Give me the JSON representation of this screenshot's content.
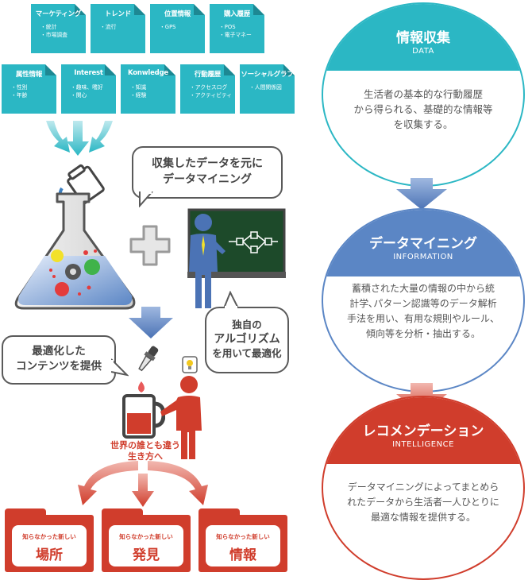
{
  "colors": {
    "teal": "#2bb7c4",
    "teal_dark": "#1d8893",
    "blue": "#5b86c5",
    "red": "#d03d2c",
    "gray_text": "#555555"
  },
  "cards": [
    {
      "title": "マーケティング",
      "items": [
        "・統計",
        "・市場調査"
      ]
    },
    {
      "title": "トレンド",
      "items": [
        "・流行"
      ]
    },
    {
      "title": "位置情報",
      "items": [
        "・GPS"
      ]
    },
    {
      "title": "購入履歴",
      "items": [
        "・POS",
        "・電子マネー"
      ]
    },
    {
      "title": "属性情報",
      "items": [
        "・性別",
        "・年齢"
      ]
    },
    {
      "title": "Interest",
      "items": [
        "・趣味、嗜好",
        "・関心"
      ]
    },
    {
      "title": "Konwledge",
      "items": [
        "・知識",
        "・経験"
      ]
    },
    {
      "title": "行動履歴",
      "items": [
        "・アクセスログ",
        "・アクティビティ"
      ]
    },
    {
      "title": "ソーシャルグラフ",
      "items": [
        "・人間関係図"
      ]
    }
  ],
  "bubbles": {
    "mining": [
      "収集したデータを元に",
      "データマイニング"
    ],
    "algorithm": [
      "独自の",
      "アルゴリズム",
      "を用いて最適化"
    ],
    "content": [
      "最適化した",
      "コンテンツを提供"
    ]
  },
  "world_text": [
    "世界の誰とも違う",
    "生き方へ"
  ],
  "folders": [
    {
      "small": "知らなかった新しい",
      "big": "場所"
    },
    {
      "small": "知らなかった新しい",
      "big": "発見"
    },
    {
      "small": "知らなかった新しい",
      "big": "情報"
    }
  ],
  "stages": [
    {
      "title": "情報収集",
      "subtitle": "DATA",
      "desc": [
        "生活者の基本的な行動履歴",
        "から得られる、基礎的な情報等",
        "を収集する。"
      ]
    },
    {
      "title": "データマイニング",
      "subtitle": "INFORMATION",
      "desc": [
        "蓄積された大量の情報の中から統",
        "計学､パターン認識等のデータ解析",
        "手法を用い、有用な規則やルール、",
        "傾向等を分析・抽出する。"
      ]
    },
    {
      "title": "レコメンデーション",
      "subtitle": "INTELLIGENCE",
      "desc": [
        "データマイニングによってまとめら",
        "れたデータから生活者一人ひとりに",
        "最適な情報を提供する。"
      ]
    }
  ]
}
